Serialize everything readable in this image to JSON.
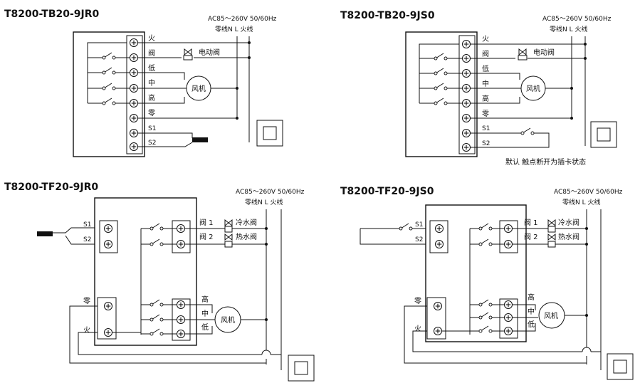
{
  "diagrams": [
    {
      "title": "T8200-TB20-9JR0",
      "supply": "AC85～260V  50/60Hz",
      "lines": "零线N   L 火线",
      "terminals": [
        "火",
        "阀",
        "低",
        "中",
        "高",
        "零",
        "S1",
        "S2"
      ],
      "valve": "电动阀",
      "fan": "风机"
    },
    {
      "title": "T8200-TB20-9JS0",
      "supply": "AC85～260V  50/60Hz",
      "lines": "零线N   L 火线",
      "terminals": [
        "火",
        "阀",
        "低",
        "中",
        "高",
        "零",
        "S1",
        "S2"
      ],
      "valve": "电动阀",
      "fan": "风机",
      "note": "默认 触点断开为插卡状态"
    },
    {
      "title": "T8200-TF20-9JR0",
      "supply": "AC85～260V  50/60Hz",
      "lines": "零线N   L 火线",
      "sensor_terminals": [
        "S1",
        "S2"
      ],
      "valve_terminals": [
        "阀 1",
        "阀 2"
      ],
      "valves": [
        "冷水阀",
        "热水阀"
      ],
      "power_terminals": [
        "零",
        "火"
      ],
      "speed_terminals": [
        "高",
        "中",
        "低"
      ],
      "fan": "风机"
    },
    {
      "title": "T8200-TF20-9JS0",
      "supply": "AC85～260V  50/60Hz",
      "lines": "零线N   L 火线",
      "sensor_terminals": [
        "S1",
        "S2"
      ],
      "valve_terminals": [
        "阀 1",
        "阀 2"
      ],
      "valves": [
        "冷水阀",
        "热水阀"
      ],
      "power_terminals": [
        "零",
        "火"
      ],
      "speed_terminals": [
        "高",
        "中",
        "低"
      ],
      "fan": "风机"
    }
  ]
}
